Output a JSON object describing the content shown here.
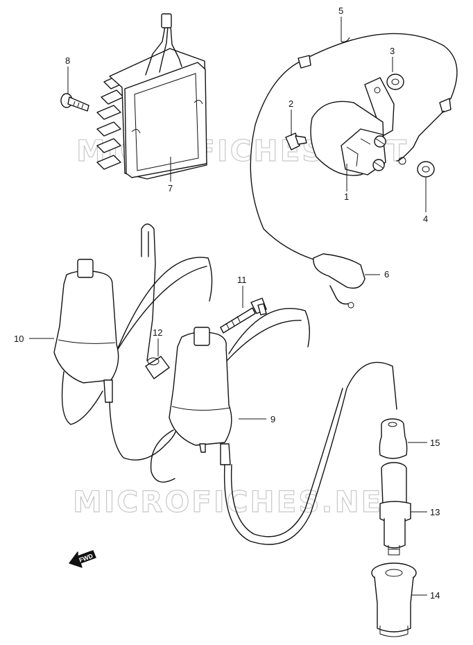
{
  "watermark": "MICROFICHES.NET",
  "fwd_label": "FWD",
  "callouts": [
    {
      "id": "1",
      "text": "1"
    },
    {
      "id": "2",
      "text": "2"
    },
    {
      "id": "3",
      "text": "3"
    },
    {
      "id": "4",
      "text": "4"
    },
    {
      "id": "5",
      "text": "5"
    },
    {
      "id": "6",
      "text": "6"
    },
    {
      "id": "7",
      "text": "7"
    },
    {
      "id": "8",
      "text": "8"
    },
    {
      "id": "9",
      "text": "9"
    },
    {
      "id": "10",
      "text": "10"
    },
    {
      "id": "11",
      "text": "11"
    },
    {
      "id": "12",
      "text": "12"
    },
    {
      "id": "13",
      "text": "13"
    },
    {
      "id": "14",
      "text": "14"
    },
    {
      "id": "15",
      "text": "15"
    }
  ]
}
